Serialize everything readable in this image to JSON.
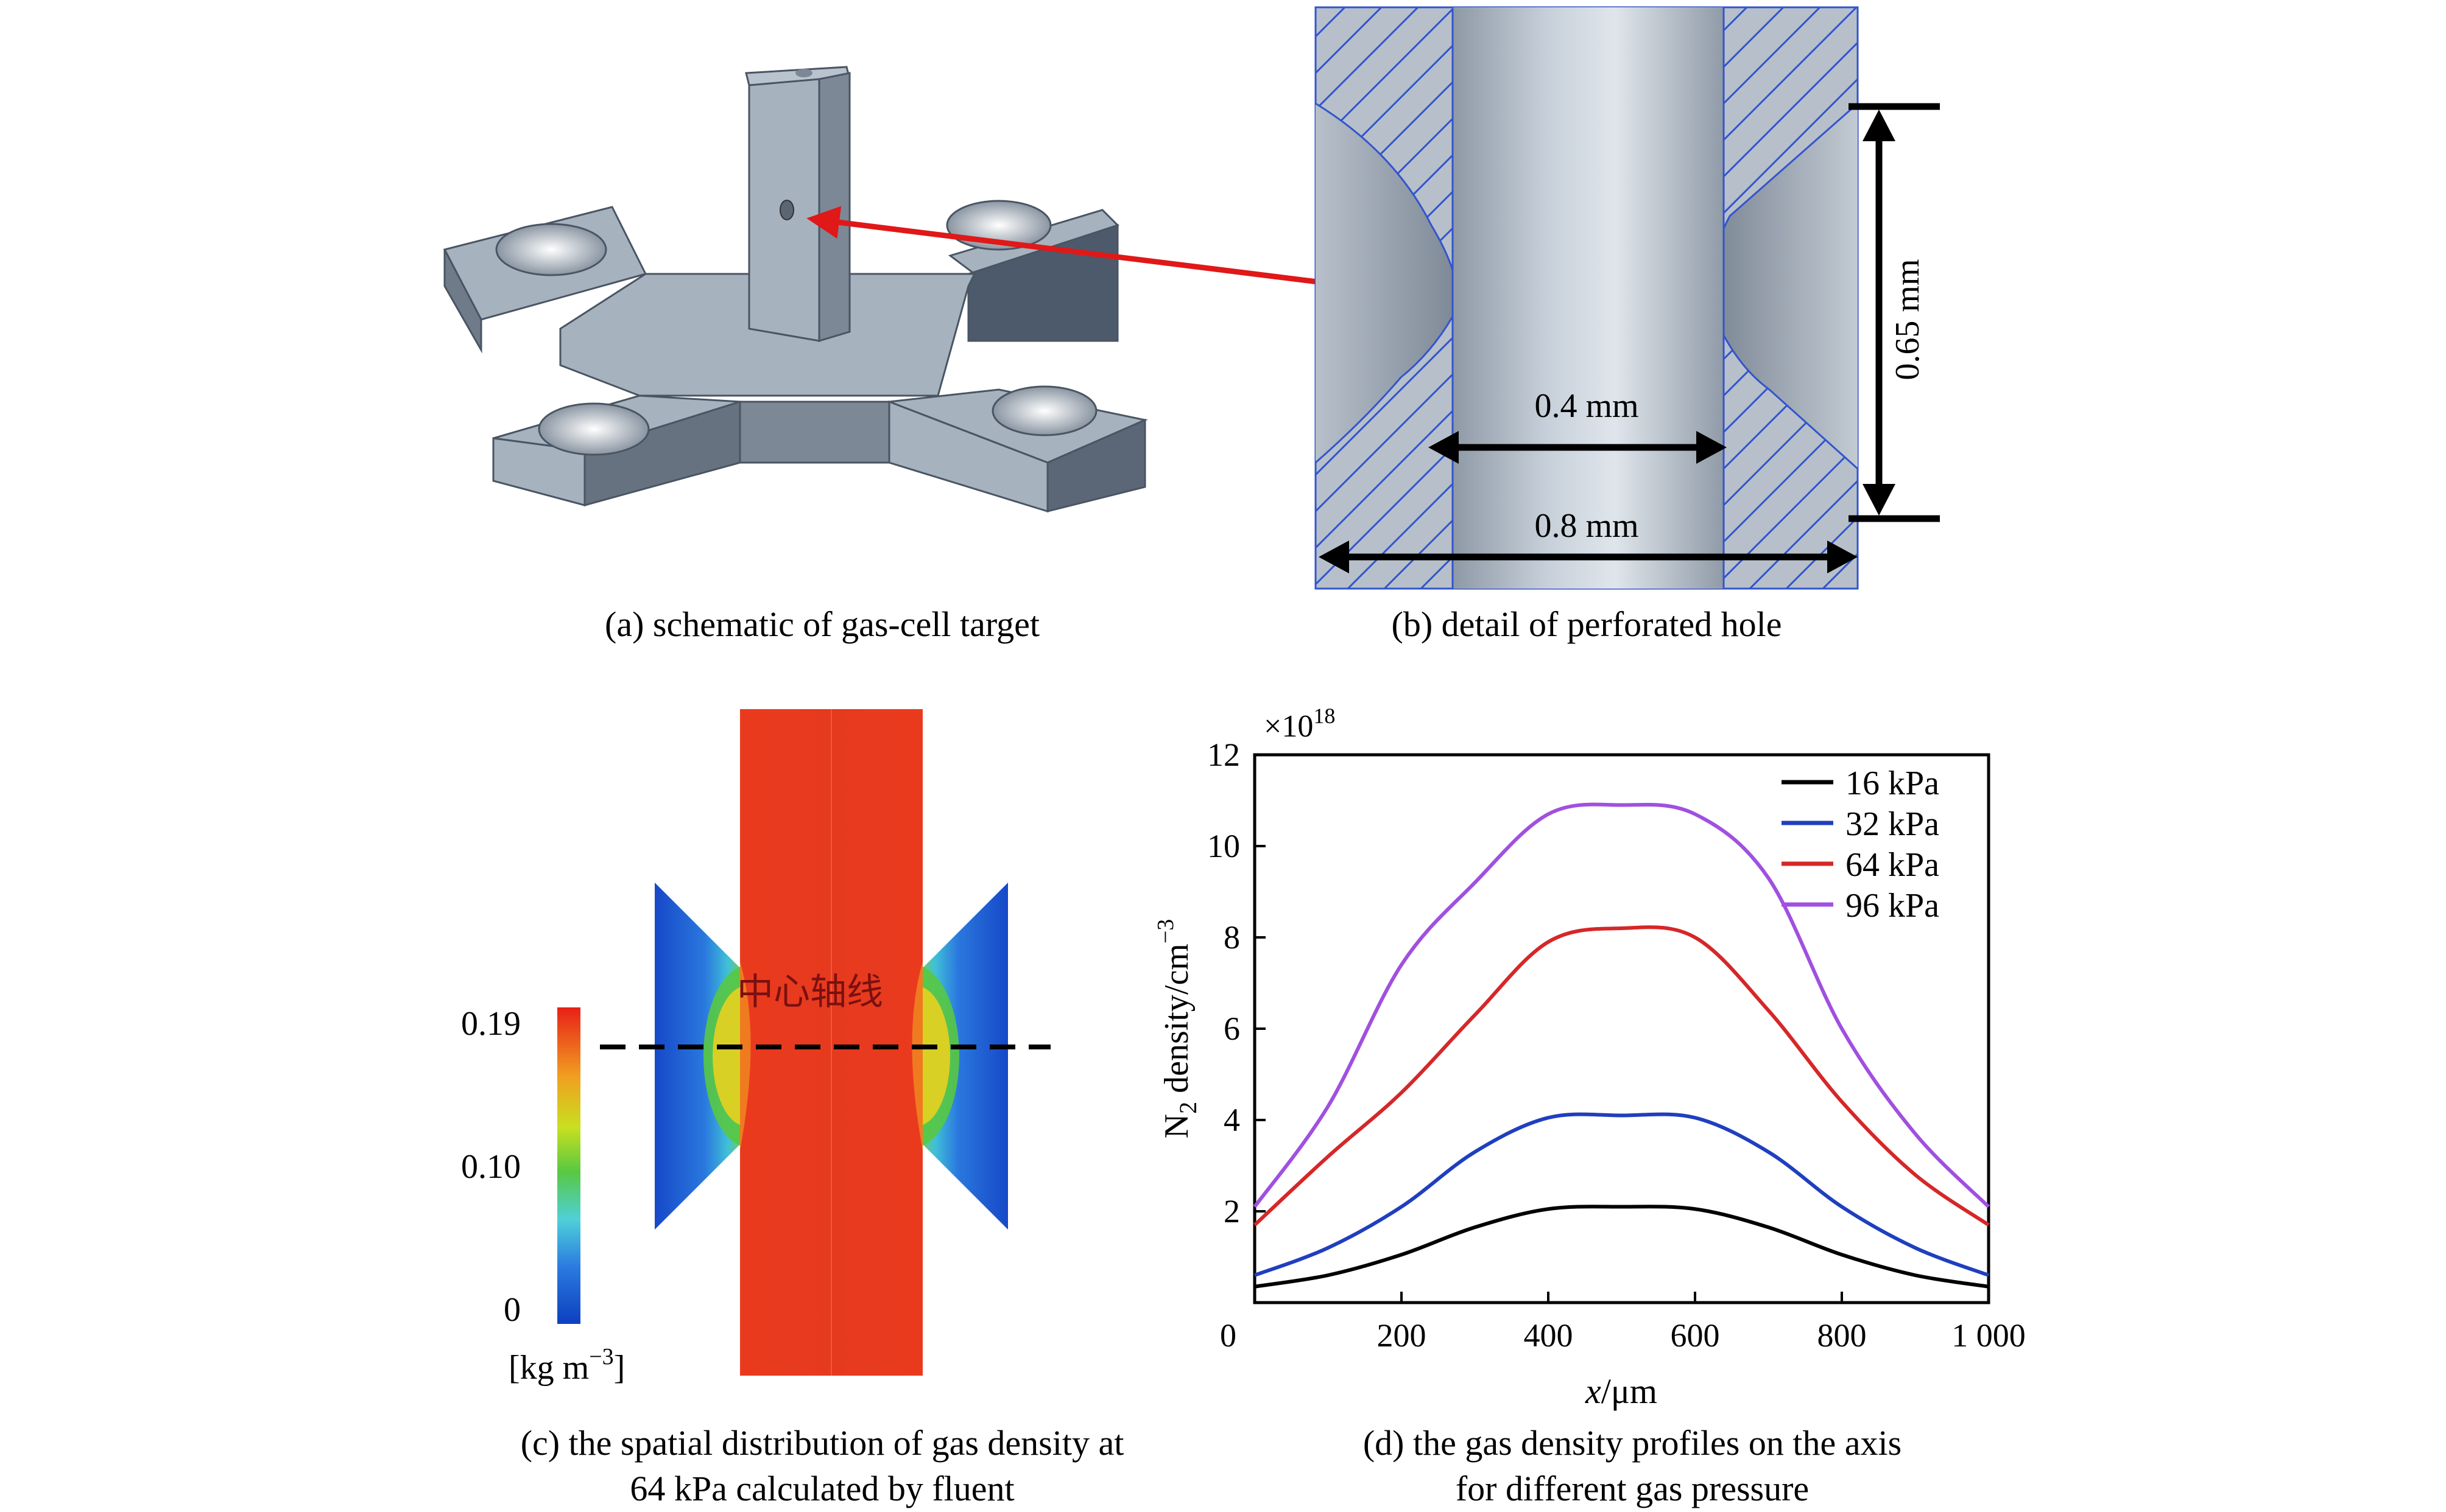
{
  "panels": {
    "a": {
      "caption": "(a) schematic of gas-cell target"
    },
    "b": {
      "caption": "(b) detail of perforated hole",
      "dims": {
        "inner": "0.4 mm",
        "outer": "0.8 mm",
        "height": "0.65 mm"
      }
    },
    "c": {
      "caption_line1": "(c) the spatial distribution of gas density at",
      "caption_line2": "64 kPa calculated by fluent",
      "axis_label": "中心轴线",
      "colorbar": {
        "max": "0.19",
        "mid": "0.10",
        "min": "0",
        "unit_prefix": "[kg m",
        "unit_exp": "−3",
        "unit_suffix": "]"
      }
    },
    "d": {
      "caption_line1": "(d) the gas density profiles on the axis",
      "caption_line2": "for different gas pressure"
    }
  },
  "chart_data": {
    "type": "line",
    "multiplier": "×10",
    "multiplier_exp": "18",
    "ylabel_parts": [
      "N",
      "2",
      " density/cm",
      "−3"
    ],
    "xlabel_var": "x",
    "xlabel_unit": "/μm",
    "xlim": [
      0,
      1000
    ],
    "ylim": [
      0,
      12
    ],
    "xticks": [
      0,
      200,
      400,
      600,
      800,
      1000
    ],
    "xtick_labels": [
      "0",
      "200",
      "400",
      "600",
      "800",
      "1 000"
    ],
    "yticks": [
      2,
      4,
      6,
      8,
      10,
      12
    ],
    "ytick_labels": [
      "2",
      "4",
      "6",
      "8",
      "10",
      "12"
    ],
    "legend_position": "top-right",
    "series": [
      {
        "name": "16 kPa",
        "color": "#000000",
        "x": [
          0,
          100,
          200,
          300,
          400,
          500,
          600,
          700,
          800,
          900,
          1000
        ],
        "y": [
          0.35,
          0.6,
          1.05,
          1.65,
          2.05,
          2.1,
          2.05,
          1.65,
          1.05,
          0.6,
          0.35
        ]
      },
      {
        "name": "32 kPa",
        "color": "#1f3fbf",
        "x": [
          0,
          100,
          200,
          300,
          400,
          500,
          600,
          700,
          800,
          900,
          1000
        ],
        "y": [
          0.6,
          1.2,
          2.1,
          3.3,
          4.05,
          4.1,
          4.05,
          3.3,
          2.1,
          1.2,
          0.6
        ]
      },
      {
        "name": "64 kPa",
        "color": "#d62728",
        "x": [
          0,
          100,
          200,
          300,
          400,
          500,
          600,
          700,
          800,
          900,
          1000
        ],
        "y": [
          1.7,
          3.2,
          4.6,
          6.3,
          7.9,
          8.2,
          8.0,
          6.4,
          4.4,
          2.8,
          1.7
        ]
      },
      {
        "name": "96 kPa",
        "color": "#a050e0",
        "x": [
          0,
          100,
          200,
          300,
          400,
          500,
          600,
          700,
          800,
          900,
          1000
        ],
        "y": [
          2.1,
          4.3,
          7.4,
          9.2,
          10.7,
          10.9,
          10.7,
          9.3,
          6.0,
          3.7,
          2.1
        ]
      }
    ]
  }
}
